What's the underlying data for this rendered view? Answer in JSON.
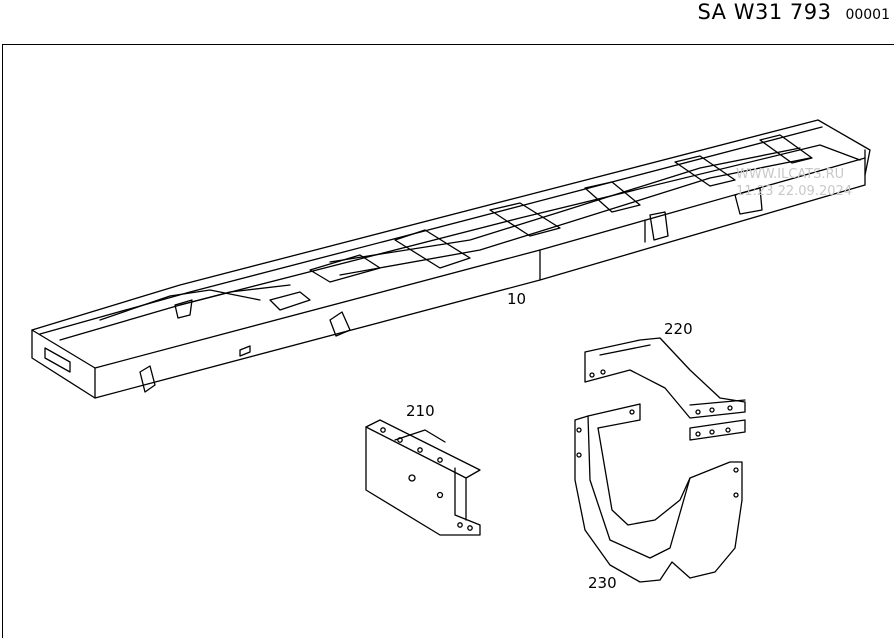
{
  "header": {
    "doc_code": "SA W31 793",
    "sheet_no": "00001"
  },
  "callouts": {
    "frame": "10",
    "bracket_210": "210",
    "bracket_220": "220",
    "bracket_230": "230"
  },
  "watermark": {
    "line1": "WWW.ILCATS.RU",
    "line2": "11:23 22.09.2024"
  },
  "colors": {
    "ink": "#000000",
    "paper": "#ffffff",
    "watermark": "#c8c8c8"
  }
}
